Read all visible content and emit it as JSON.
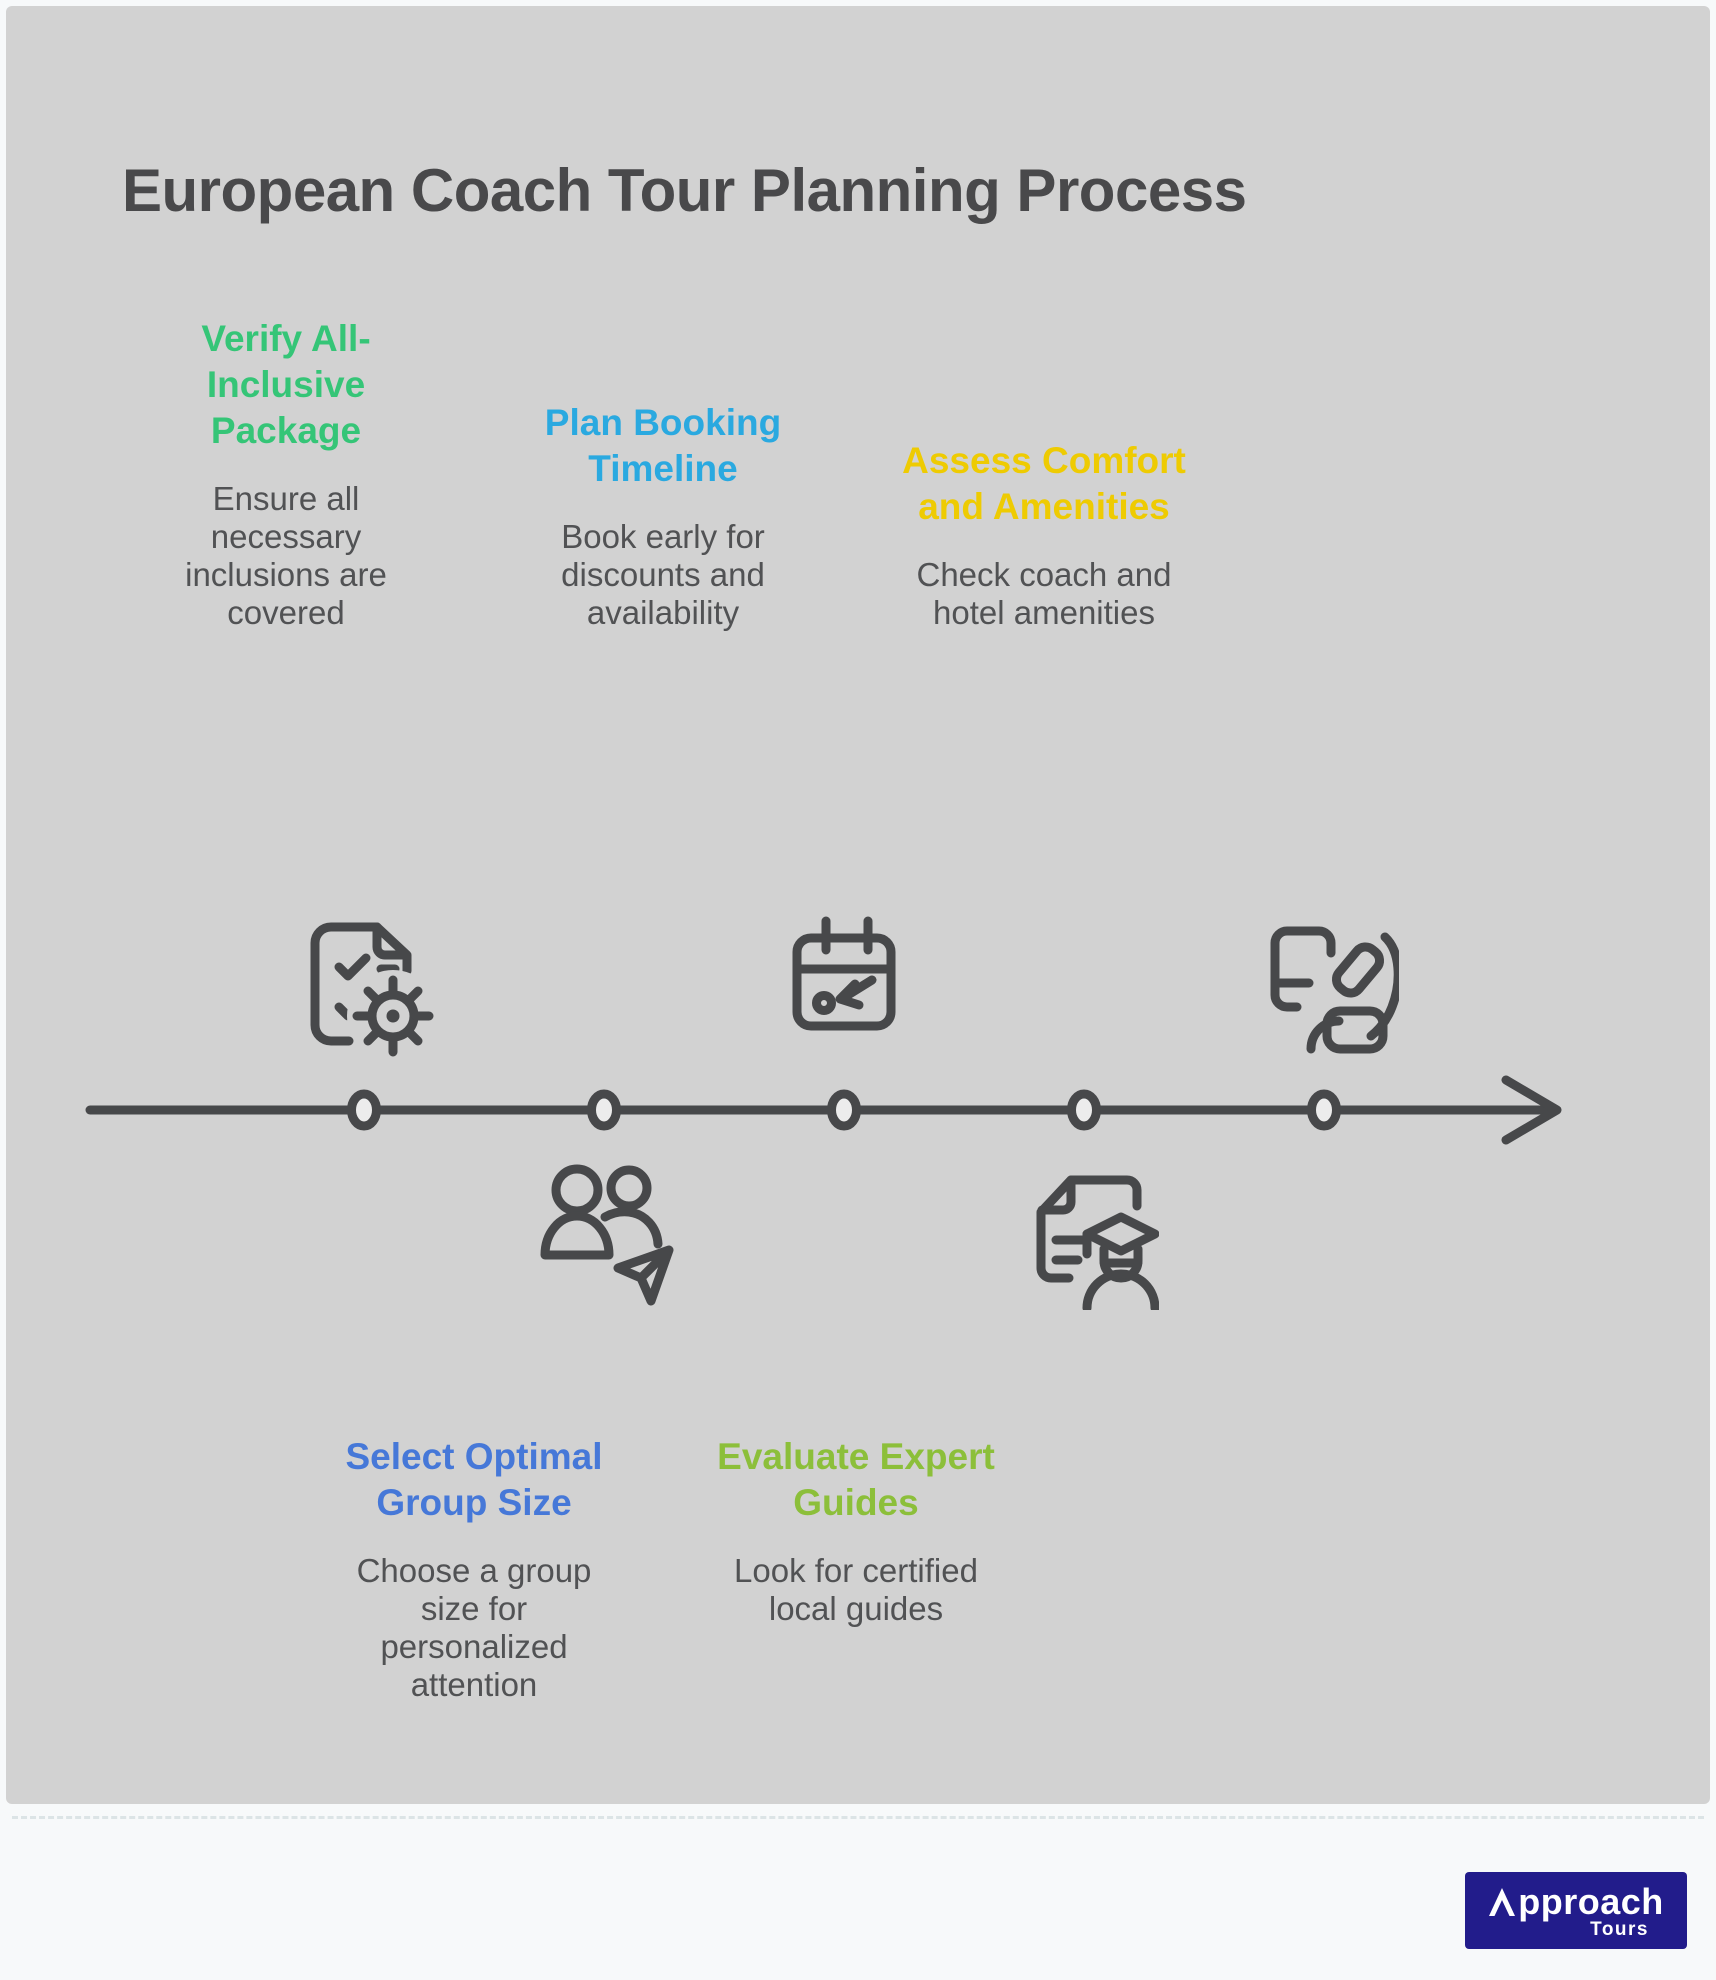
{
  "title": "European Coach Tour Planning Process",
  "colors": {
    "page_background": "#f7f9fa",
    "card_background": "#d2d2d2",
    "ink": "#47484a",
    "body_text": "#515254"
  },
  "steps": [
    {
      "heading": [
        "Verify All-",
        "Inclusive",
        "Package"
      ],
      "body": [
        "Ensure all",
        "necessary",
        "inclusions are",
        "covered"
      ],
      "color": "#35c577",
      "icon": "checklist-gear-icon",
      "text_position": "top"
    },
    {
      "heading": [
        "Select Optimal",
        "Group Size"
      ],
      "body": [
        "Choose a group",
        "size for",
        "personalized",
        "attention"
      ],
      "color": "#4678d8",
      "icon": "travel-group-icon",
      "text_position": "bottom"
    },
    {
      "heading": [
        "Plan Booking",
        "Timeline"
      ],
      "body": [
        "Book early for",
        "discounts and",
        "availability"
      ],
      "color": "#2aa9e0",
      "icon": "booking-calendar-icon",
      "text_position": "top"
    },
    {
      "heading": [
        "Evaluate Expert",
        "Guides"
      ],
      "body": [
        "Look for certified",
        "local guides"
      ],
      "color": "#8cbf3a",
      "icon": "certified-guide-icon",
      "text_position": "bottom"
    },
    {
      "heading": [
        "Assess Comfort",
        "and Amenities"
      ],
      "body": [
        "Check coach and",
        "hotel amenities"
      ],
      "color": "#eecb02",
      "icon": "seat-amenities-icon",
      "text_position": "top"
    }
  ],
  "timeline": {
    "node_count": 5,
    "direction": "left-to-right-arrow",
    "color": "#47484a"
  },
  "logo": {
    "brand": "Approach",
    "brand_initial": "A",
    "brand_rest": "pproach",
    "sub": "Tours",
    "bg_color": "#221c8b",
    "text_color": "#ffffff"
  }
}
